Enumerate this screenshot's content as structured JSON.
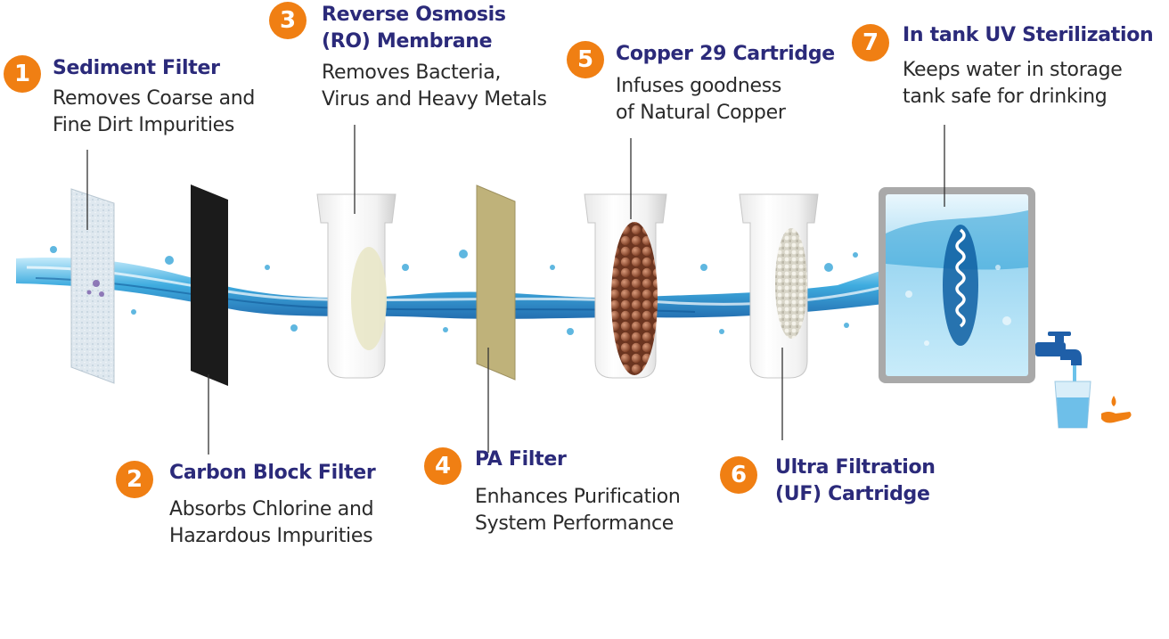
{
  "colors": {
    "badge": "#f07f13",
    "title": "#2b2a7a",
    "description": "#2a2a2a",
    "water": "#2a9fd6",
    "connector": "#333333"
  },
  "stages": [
    {
      "number": "1",
      "title_lines": [
        "Sediment Filter"
      ],
      "desc_lines": [
        "Removes Coarse and",
        "Fine Dirt Impurities"
      ]
    },
    {
      "number": "2",
      "title_lines": [
        "Carbon Block Filter"
      ],
      "desc_lines": [
        "Absorbs Chlorine and",
        "Hazardous Impurities"
      ]
    },
    {
      "number": "3",
      "title_lines": [
        "Reverse Osmosis",
        "(RO) Membrane"
      ],
      "desc_lines": [
        "Removes Bacteria,",
        "Virus and Heavy Metals"
      ]
    },
    {
      "number": "4",
      "title_lines": [
        "PA Filter"
      ],
      "desc_lines": [
        "Enhances Purification",
        "System Performance"
      ]
    },
    {
      "number": "5",
      "title_lines": [
        "Copper 29 Cartridge"
      ],
      "desc_lines": [
        "Infuses goodness",
        "of Natural Copper"
      ]
    },
    {
      "number": "6",
      "title_lines": [
        "Ultra Filtration",
        "(UF) Cartridge"
      ],
      "desc_lines": []
    },
    {
      "number": "7",
      "title_lines": [
        "In tank UV Sterilization"
      ],
      "desc_lines": [
        "Keeps water in storage",
        "tank safe for drinking"
      ]
    }
  ],
  "icons": {
    "faucet": "faucet-icon",
    "glass": "water-glass-icon",
    "hand_drop": "hand-water-drop-icon"
  }
}
